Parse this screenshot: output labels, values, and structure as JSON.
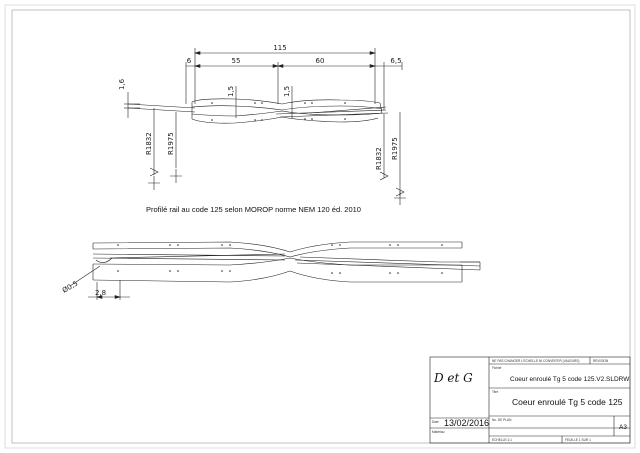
{
  "dimensions": {
    "total_length": "115",
    "left_offset": "6",
    "left_section": "55",
    "right_section": "60",
    "right_offset": "6,5",
    "height_left": "1,6",
    "height_mid_a": "1,5",
    "height_mid_b": "1,5",
    "radius_left_a": "R1832",
    "radius_left_b": "R1975",
    "radius_right_a": "R1832",
    "radius_right_b": "R1975",
    "diameter": "Ø0,5",
    "spacing": "2,8"
  },
  "note": "Profilé rail au code 125 selon MOROP norme NEM 120 éd. 2010",
  "title_block": {
    "signature": "D et G",
    "header_small": "NE PAS CHANGER L'ECHELLE NI CONVERTIR (VALEURS)",
    "header_small_right": "REVISION",
    "file_label": "Fichier",
    "file_name": "Coeur enroulé Tg 5 code 125.V2.SLDRW",
    "title_label": "Titre",
    "title": "Coeur enroulé Tg 5 code 125",
    "date_label": "Date",
    "date": "13/02/2016",
    "material_label": "Matériau",
    "dwg_label": "No. DE PLAN",
    "format": "A3",
    "scale_label": "ECHELLE:1:1",
    "sheet_label": "FEUILLE 1 SUR 1"
  }
}
